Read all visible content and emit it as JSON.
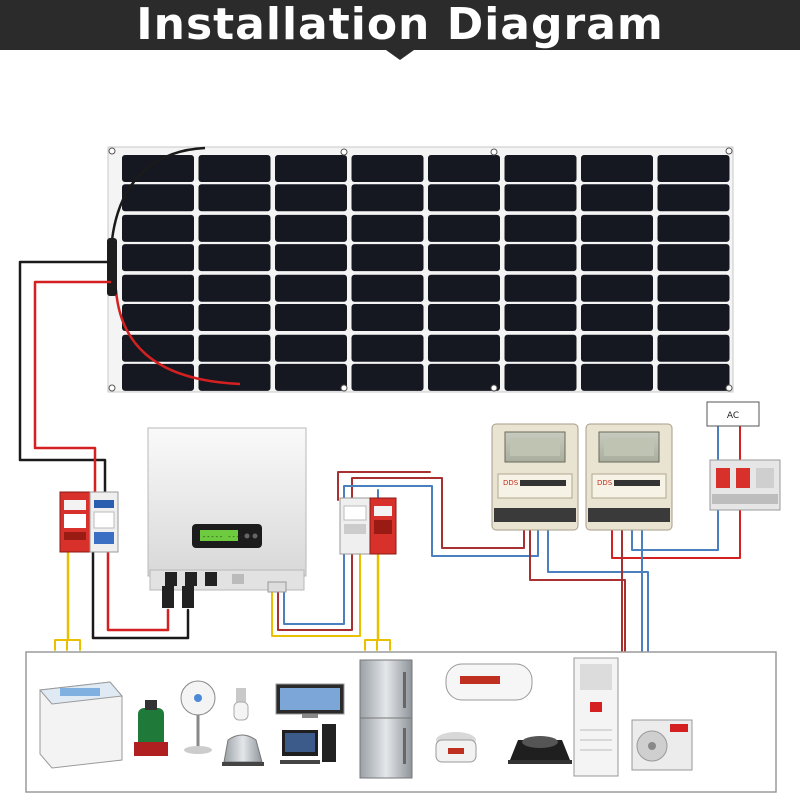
{
  "title": "Installation Diagram",
  "ac_label": "AC",
  "inverter_display": "----- ----",
  "meter_brand": "DDS",
  "colors": {
    "title_bg": "#2b2b2b",
    "wire_red": "#d42020",
    "wire_black": "#1a1a1a",
    "wire_blue": "#4a7fc0",
    "wire_yellow": "#e8c000",
    "wire_dark_red": "#a83030",
    "panel_cell": "#151820",
    "breaker_red": "#d8302a"
  },
  "appliances": [
    {
      "name": "washing-machine"
    },
    {
      "name": "water-pump"
    },
    {
      "name": "electric-fan"
    },
    {
      "name": "light-bulb"
    },
    {
      "name": "electric-kettle"
    },
    {
      "name": "television"
    },
    {
      "name": "desktop-computer"
    },
    {
      "name": "refrigerator"
    },
    {
      "name": "water-heater"
    },
    {
      "name": "rice-cooker"
    },
    {
      "name": "induction-cooker"
    },
    {
      "name": "air-conditioner-indoor"
    },
    {
      "name": "air-conditioner-outdoor"
    }
  ]
}
